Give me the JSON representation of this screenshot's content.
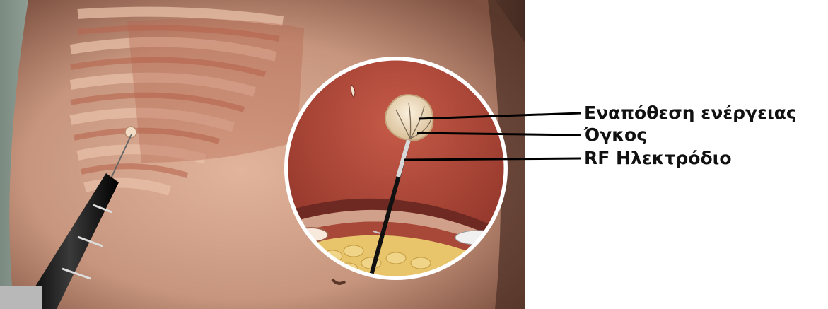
{
  "labels": {
    "energy_deposition": "Εναπόθεση ενέργειας",
    "tumor": "Όγκος",
    "rf_electrode": "RF Ηλεκτρόδιο"
  },
  "colors": {
    "background": "#ffffff",
    "skin": "#c9977f",
    "muscle": "#b5604a",
    "liver": "#a8473a",
    "fat": "#e8c46a",
    "tumor": "#f0ddc0",
    "probe": "#1a1a1a",
    "leader_line": "#000000"
  },
  "icons": {
    "probe": "rf-probe-handpiece",
    "magnifier": "cross-section-inset"
  }
}
